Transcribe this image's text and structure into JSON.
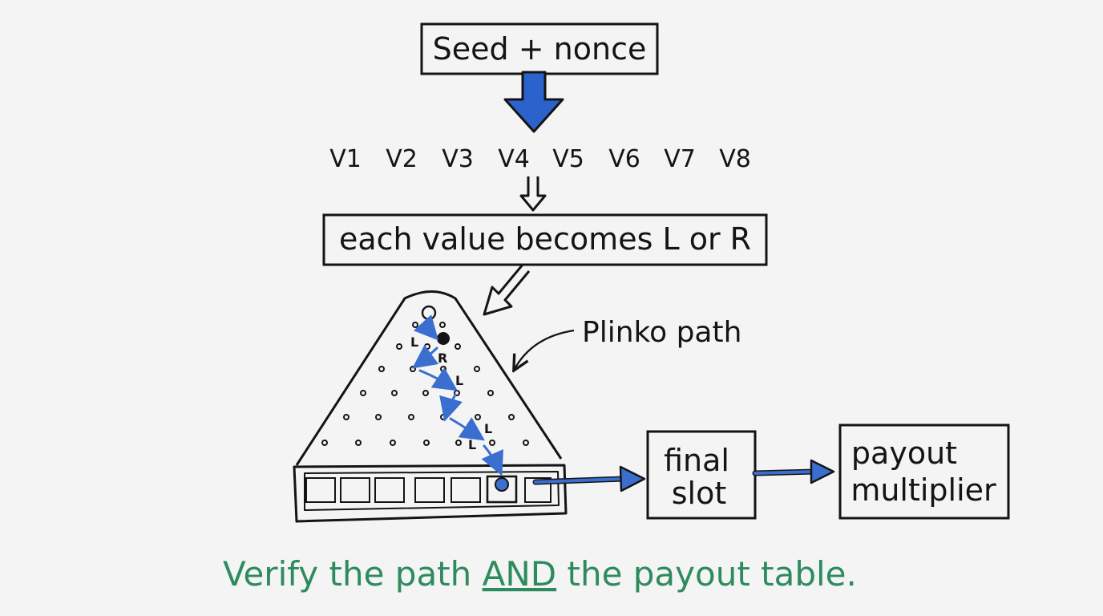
{
  "diagram": {
    "seed_box": {
      "label": "Seed + nonce"
    },
    "values": [
      "V1",
      "V2",
      "V3",
      "V4",
      "V5",
      "V6",
      "V7",
      "V8"
    ],
    "mapping_box": {
      "label": "each value becomes L or R"
    },
    "board_annotation": "Plinko path",
    "path_labels": [
      "L",
      "R",
      "L",
      "L",
      "L"
    ],
    "final_slot_box": {
      "line1": "final",
      "line2": "slot"
    },
    "payout_box": {
      "line1": "payout",
      "line2": "multiplier"
    },
    "footer": {
      "part1": "Verify the path ",
      "emphasis": "AND",
      "part2": " the payout table."
    },
    "colors": {
      "ink": "#141414",
      "arrow_blue": "#2b62cc",
      "path_blue": "#3a6fcf",
      "footer_green": "#2e8b5e"
    }
  }
}
